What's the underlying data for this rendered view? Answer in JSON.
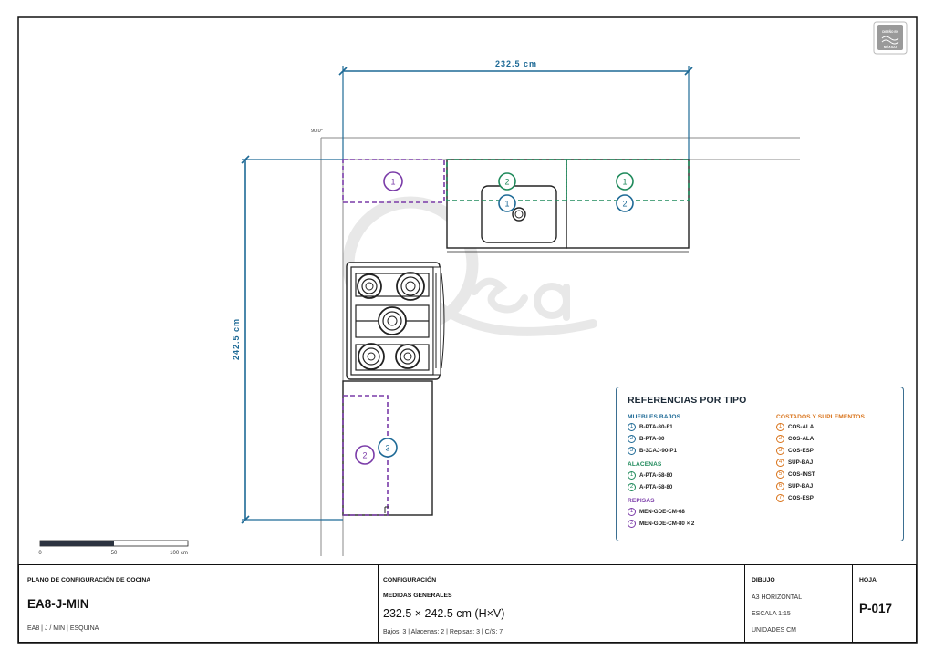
{
  "drawing": {
    "dim_width": "232.5 cm",
    "dim_height": "242.5 cm",
    "angle": "90.0°",
    "badge": [
      "DISEÑO EN",
      "MÉXICO"
    ],
    "scale_labels": [
      "0",
      "50",
      "100 cm"
    ],
    "upper_labels": [
      "1",
      "2",
      "1"
    ],
    "lower_labels": [
      "1",
      "2",
      "3"
    ],
    "shelf_labels": [
      "1",
      "2"
    ]
  },
  "legend": {
    "title": "REFERENCIAS POR TIPO",
    "groups": [
      {
        "name": "MUEBLES BAJOS",
        "color": "#1e6a96",
        "items": [
          {
            "n": "1",
            "code": "B-PTA-80-F1"
          },
          {
            "n": "2",
            "code": "B-PTA-80"
          },
          {
            "n": "3",
            "code": "B-3CAJ-90-P1"
          }
        ]
      },
      {
        "name": "ALACENAS",
        "color": "#1f8a5b",
        "items": [
          {
            "n": "1",
            "code": "A-PTA-58-80"
          },
          {
            "n": "2",
            "code": "A-PTA-58-80"
          }
        ]
      },
      {
        "name": "REPISAS",
        "color": "#7a3ba8",
        "items": [
          {
            "n": "1",
            "code": "MEN-GDE-CM-68"
          },
          {
            "n": "2",
            "code": "MEN-GDE-CM-80 × 2"
          }
        ]
      },
      {
        "name": "COSTADOS Y SUPLEMENTOS",
        "color": "#d9731a",
        "items": [
          {
            "n": "1",
            "code": "COS-ALA"
          },
          {
            "n": "2",
            "code": "COS-ALA"
          },
          {
            "n": "3",
            "code": "COS-ESP"
          },
          {
            "n": "4",
            "code": "SUP-BAJ"
          },
          {
            "n": "5",
            "code": "COS-INST"
          },
          {
            "n": "6",
            "code": "SUP-BAJ"
          },
          {
            "n": "7",
            "code": "COS-ESP"
          }
        ]
      }
    ]
  },
  "titleblock": {
    "plan_label": "PLANO DE CONFIGURACIÓN DE COCINA",
    "model": "EA8-J-MIN",
    "subtitle": "EA8 | J / MIN | ESQUINA",
    "config_label": "CONFIGURACIÓN",
    "medidas_label": "MEDIDAS GENERALES",
    "medidas": "232.5 × 242.5 cm (H×V)",
    "counts": "Bajos: 3 | Alacenas: 2 | Repisas: 3 | C/S: 7",
    "dibujo_label": "DIBUJO",
    "format": "A3 HORIZONTAL",
    "escala": "ESCALA 1:15",
    "unidades": "UNIDADES CM",
    "hoja_label": "HOJA",
    "hoja": "P-017"
  },
  "colors": {
    "dim": "#1e6a96",
    "upper": "#1f8a5b",
    "shelf": "#7a3ba8",
    "side": "#d9731a",
    "line": "#222222"
  }
}
